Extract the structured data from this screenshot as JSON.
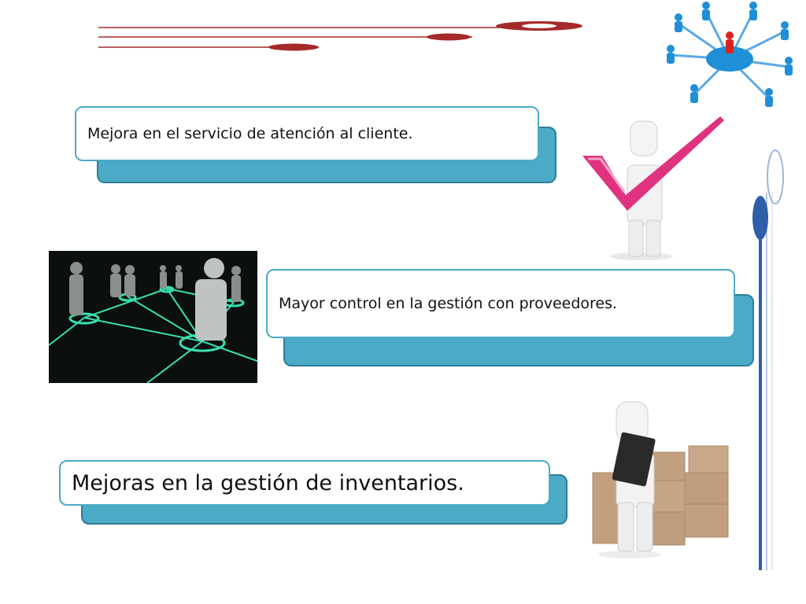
{
  "items": [
    {
      "text": "Mejora en el servicio de atención al cliente."
    },
    {
      "text": "Mayor control en la gestión con proveedores."
    },
    {
      "text": "Mejoras en la gestión de inventarios."
    }
  ],
  "colors": {
    "callout_fill": "#4baac6",
    "callout_border": "#2f7e97",
    "accent_red": "#a52a2a",
    "check_pink": "#e0337f",
    "network_blue": "#1f8fd8",
    "side_blue": "#2f5fa8"
  },
  "icons": {
    "network": "network-people-icon",
    "check": "person-checkmark-icon",
    "boxes": "person-clipboard-boxes-icon"
  }
}
